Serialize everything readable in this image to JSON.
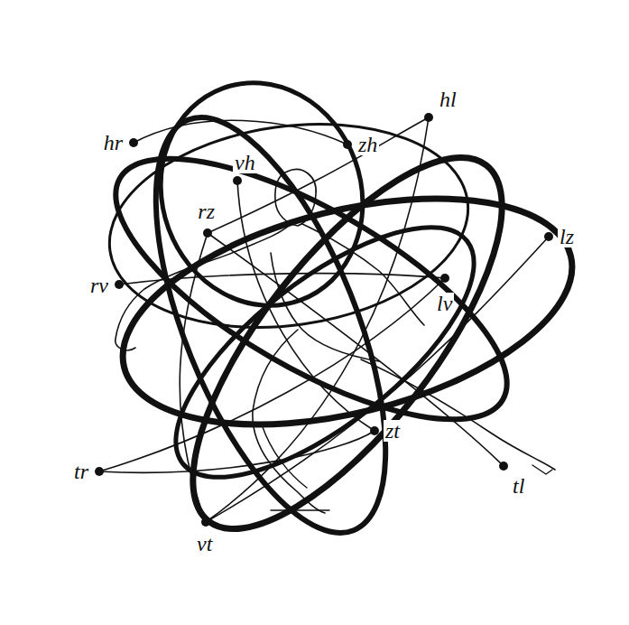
{
  "diagram": {
    "labels": [
      "hr",
      "zh",
      "hl",
      "vh",
      "rz",
      "lz",
      "rv",
      "lv",
      "zt",
      "tr",
      "tl",
      "vt"
    ]
  }
}
